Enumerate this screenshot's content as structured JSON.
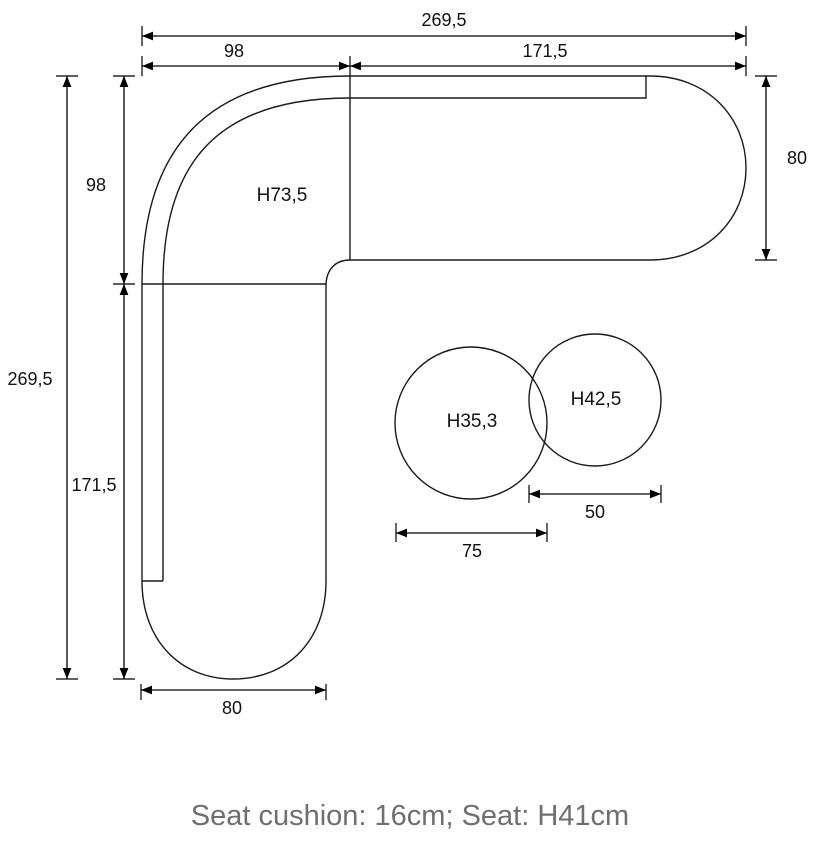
{
  "dimensions": {
    "top_total": "269,5",
    "top_left": "98",
    "top_right": "171,5",
    "right_depth": "80",
    "left_total": "269,5",
    "left_upper": "98",
    "left_lower": "171,5",
    "bottom_width": "80",
    "table_large_width": "75",
    "table_small_width": "50"
  },
  "heights": {
    "sofa": "H73,5",
    "table_large": "H35,3",
    "table_small": "H42,5"
  },
  "caption": "Seat cushion: 16cm; Seat: H41cm"
}
